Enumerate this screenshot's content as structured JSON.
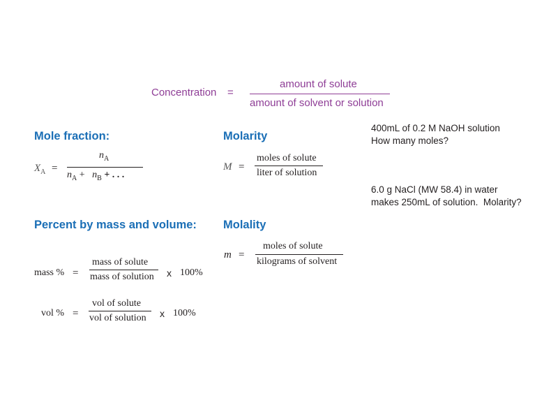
{
  "concentration": {
    "label": "Concentration",
    "equals": "=",
    "numerator": "amount of solute",
    "denominator": "amount of solvent or solution",
    "color": "#8e3d96"
  },
  "mole_fraction": {
    "heading": "Mole fraction:",
    "lhs_symbol": "X",
    "lhs_sub": "A",
    "equals": "=",
    "num_symbol": "n",
    "num_sub": "A",
    "den_n1": "n",
    "den_n1_sub": "A",
    "den_plus1": "+",
    "den_n2": "n",
    "den_n2_sub": "B",
    "den_tail": "+ . . ."
  },
  "molarity": {
    "heading": "Molarity",
    "lhs": "M",
    "equals": "=",
    "numerator": "moles of solute",
    "denominator": "liter of solution"
  },
  "percent": {
    "heading": "Percent by mass and volume:",
    "mass": {
      "lhs": "mass %",
      "equals": "=",
      "numerator": "mass of solute",
      "denominator": "mass of solution",
      "times": "x",
      "factor": "100%"
    },
    "vol": {
      "lhs": "vol %",
      "equals": "=",
      "numerator": "vol of solute",
      "denominator": "vol of solution",
      "times": "x",
      "factor": "100%"
    }
  },
  "molality": {
    "heading": "Molality",
    "lhs": "m",
    "equals": "=",
    "numerator": "moles of solute",
    "denominator": "kilograms of solvent"
  },
  "problems": {
    "p1_line1": "400mL of 0.2 M NaOH solution",
    "p1_line2": "How many moles?",
    "p2_line1": "6.0 g NaCl (MW 58.4) in water",
    "p2_line2": "makes 250mL of solution.  Molarity?"
  },
  "colors": {
    "heading": "#1b6fb6",
    "text": "#231f20"
  }
}
